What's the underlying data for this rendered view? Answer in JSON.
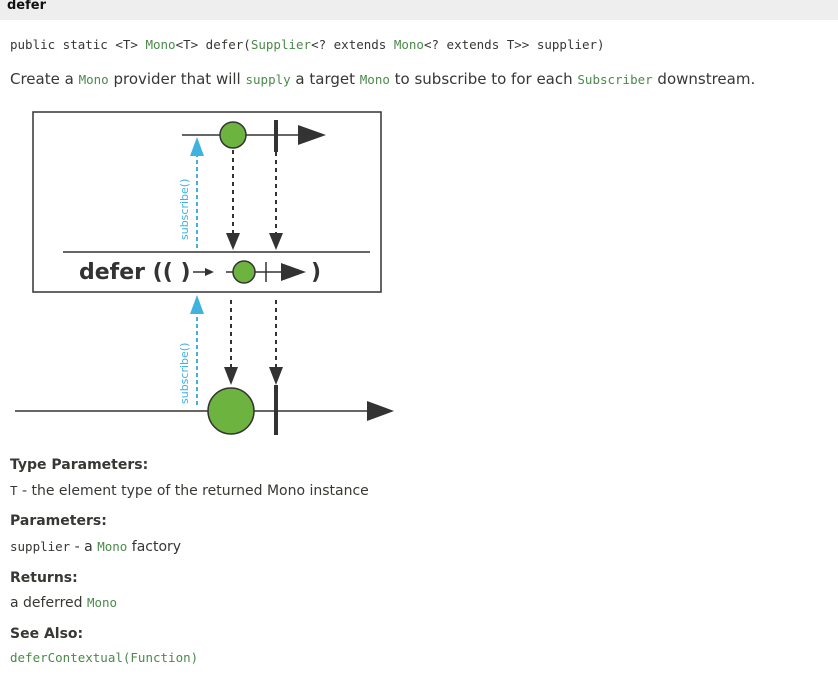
{
  "header": {
    "title": "defer"
  },
  "signature": {
    "prefix": "public static <T> ",
    "mono_link": "Mono",
    "type_after": "<T> defer(",
    "supplier_link": "Supplier",
    "generic_open": "<? extends ",
    "mono_link2": "Mono",
    "generic_close": "<? extends T>> supplier)"
  },
  "description": {
    "t1": "Create a ",
    "mono": "Mono",
    "t2": " provider that will ",
    "supply": "supply",
    "t3": " a target ",
    "mono2": "Mono",
    "t4": " to subscribe to for each ",
    "subscriber": "Subscriber",
    "t5": " downstream."
  },
  "diagram": {
    "operator_label": "defer ((  )",
    "close_paren": ")",
    "subscribe_label_top": "subscribe()",
    "subscribe_label_bottom": "subscribe()",
    "colors": {
      "green": "#6db33f",
      "blue": "#3fb2e0",
      "line": "#333333"
    }
  },
  "type_parameters": {
    "label": "Type Parameters:",
    "name": "T",
    "text": " - the element type of the returned Mono instance"
  },
  "parameters": {
    "label": "Parameters:",
    "name": "supplier",
    "t1": " - a ",
    "mono": "Mono",
    "t2": " factory"
  },
  "returns": {
    "label": "Returns:",
    "t1": "a deferred ",
    "mono": "Mono"
  },
  "see_also": {
    "label": "See Also:",
    "link": "deferContextual(Function)"
  }
}
